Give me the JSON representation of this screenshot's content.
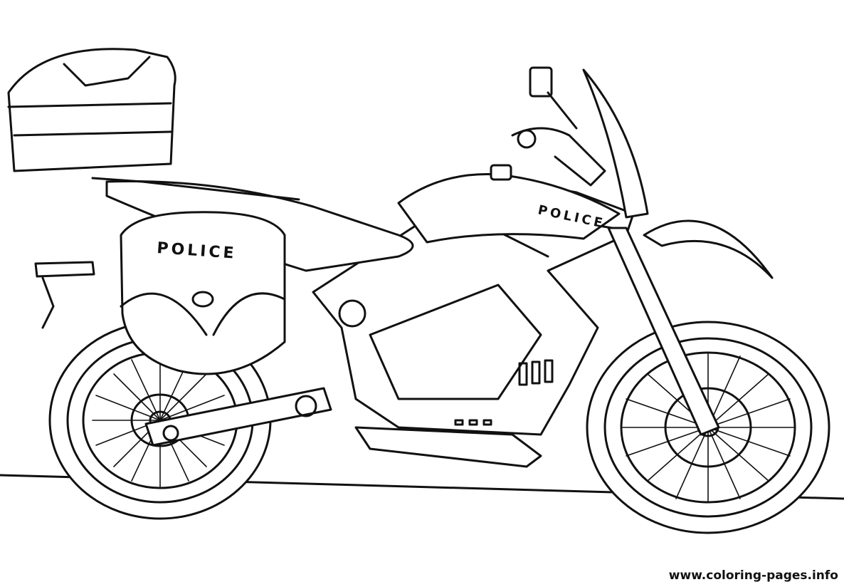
{
  "image": {
    "subject": "Police motorcycle coloring page (line art)",
    "background_color": "#ffffff",
    "line_color": "#111111"
  },
  "labels": {
    "saddlebag_text": "POLICE",
    "tank_text": "POLICE"
  },
  "footer": {
    "watermark": "www.coloring-pages.info"
  }
}
